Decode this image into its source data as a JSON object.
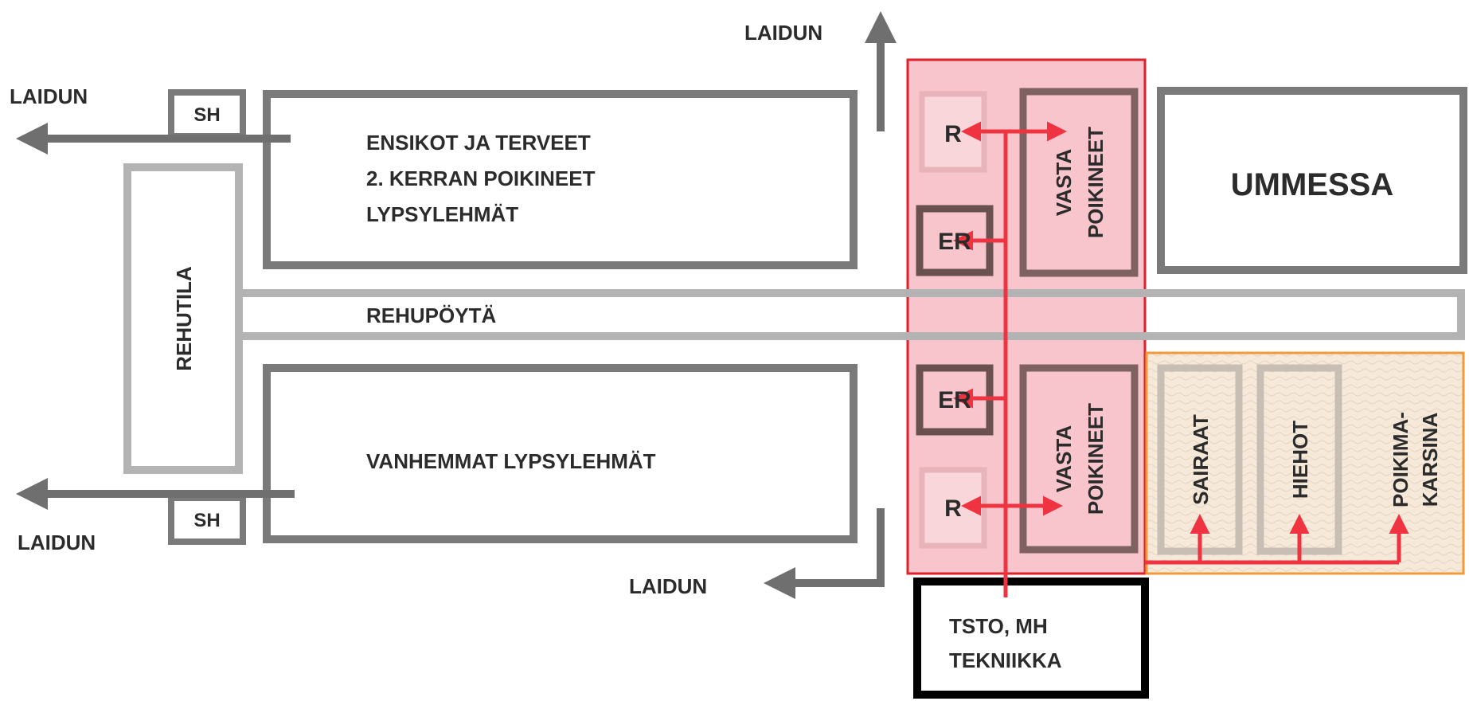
{
  "colors": {
    "pen_outline": "#7a7a7a",
    "rehu_outline": "#b3b3b3",
    "red_zone_fill": "#f7c5cb",
    "red_zone_border": "#e0202a",
    "sick_zone_fill": "#f6e9da",
    "sick_zone_border": "#f09a3a",
    "flow_arrow": "#ef3340",
    "exit_arrow": "#6f6f6f",
    "office_border": "#000000",
    "text": "#2b2b2b"
  },
  "exits": {
    "top_left": "LAIDUN",
    "bottom_left": "LAIDUN",
    "top_center": "LAIDUN",
    "bottom_center": "LAIDUN"
  },
  "sh": {
    "top": "SH",
    "bottom": "SH"
  },
  "feed_room": "REHUTILA",
  "feed_table": "REHUPÖYTÄ",
  "pen_upper": {
    "line1": "ENSIKOT JA TERVEET",
    "line2": "2. KERRAN POIKINEET",
    "line3": "LYPSYLEHMÄT"
  },
  "pen_lower": "VANHEMMAT LYPSYLEHMÄT",
  "pen_right_top": "UMMESSA",
  "red_zone": {
    "r_top": "R",
    "er_top": "ER",
    "er_bottom": "ER",
    "r_bottom": "R",
    "fresh_top": {
      "line1": "VASTA",
      "line2": "POIKINEET"
    },
    "fresh_bottom": {
      "line1": "VASTA",
      "line2": "POIKINEET"
    }
  },
  "sick_zone": {
    "sick": "SAIRAAT",
    "heifers": "HIEHOT",
    "calving": {
      "line1": "POIKIMA-",
      "line2": "KARSINA"
    }
  },
  "office": {
    "line1": "TSTO, MH",
    "line2": "TEKNIIKKA"
  }
}
